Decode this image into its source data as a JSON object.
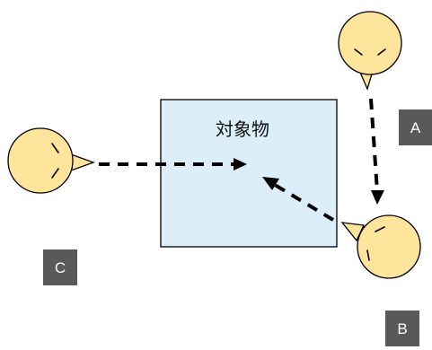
{
  "diagram": {
    "object": {
      "label": "対象物",
      "fill": "#dbeefa"
    },
    "observers": [
      {
        "id": "A",
        "tag": "A",
        "face_color": "#ffe49c"
      },
      {
        "id": "B",
        "tag": "B",
        "face_color": "#ffe49c"
      },
      {
        "id": "C",
        "tag": "C",
        "face_color": "#ffe49c"
      }
    ],
    "arrows": [
      {
        "from": "A",
        "to": "B",
        "style": "dashed"
      },
      {
        "from": "B",
        "to": "object",
        "style": "dashed"
      },
      {
        "from": "C",
        "to": "object",
        "style": "dashed"
      }
    ],
    "tag_color": "#595959"
  }
}
